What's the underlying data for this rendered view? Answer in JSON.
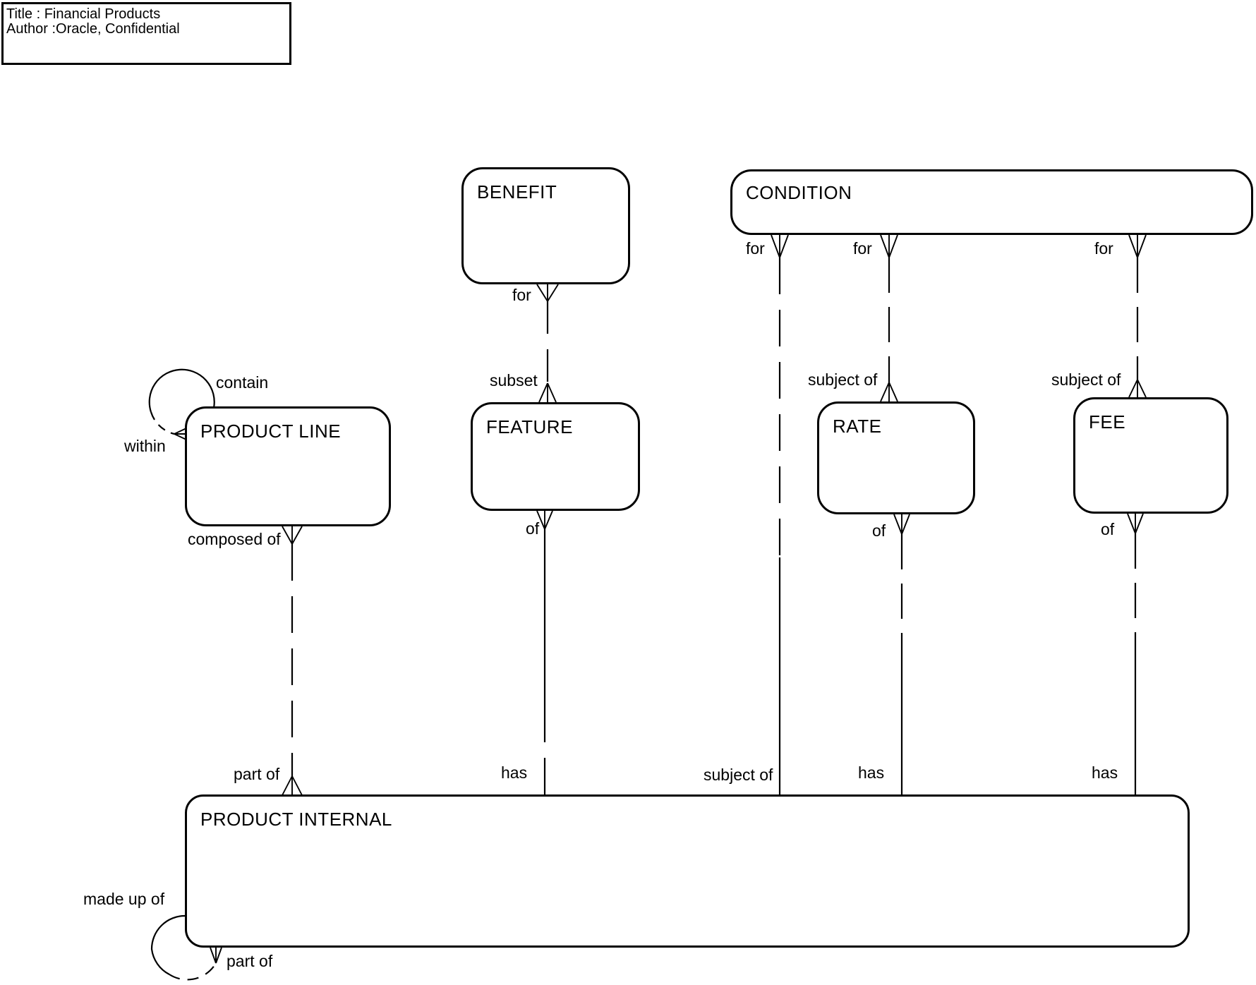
{
  "title_box": {
    "line1": "Title : Financial Products",
    "line2": "Author :Oracle, Confidential"
  },
  "entities": {
    "benefit": {
      "name": "BENEFIT"
    },
    "condition": {
      "name": "CONDITION"
    },
    "product_line": {
      "name": "PRODUCT LINE"
    },
    "feature": {
      "name": "FEATURE"
    },
    "rate": {
      "name": "RATE"
    },
    "fee": {
      "name": "FEE"
    },
    "product_internal": {
      "name": "PRODUCT INTERNAL"
    }
  },
  "relationships": [
    {
      "source": "BENEFIT",
      "target": "FEATURE",
      "source_label": "for",
      "target_label": "subset"
    },
    {
      "source": "CONDITION",
      "target": "PRODUCT INTERNAL",
      "source_label": "for",
      "target_label": "subject of"
    },
    {
      "source": "CONDITION",
      "target": "RATE",
      "source_label": "for",
      "target_label": "subject of"
    },
    {
      "source": "CONDITION",
      "target": "FEE",
      "source_label": "for",
      "target_label": "subject of"
    },
    {
      "source": "PRODUCT LINE",
      "target": "PRODUCT LINE",
      "source_label": "contain",
      "target_label": "within"
    },
    {
      "source": "PRODUCT LINE",
      "target": "PRODUCT INTERNAL",
      "source_label": "composed of",
      "target_label": "part of"
    },
    {
      "source": "FEATURE",
      "target": "PRODUCT INTERNAL",
      "source_label": "of",
      "target_label": "has"
    },
    {
      "source": "RATE",
      "target": "PRODUCT INTERNAL",
      "source_label": "of",
      "target_label": "has"
    },
    {
      "source": "FEE",
      "target": "PRODUCT INTERNAL",
      "source_label": "of",
      "target_label": "has"
    },
    {
      "source": "PRODUCT INTERNAL",
      "target": "PRODUCT INTERNAL",
      "source_label": "made up of",
      "target_label": "part of"
    }
  ],
  "colors": {
    "line": "#000000",
    "background": "#ffffff"
  }
}
